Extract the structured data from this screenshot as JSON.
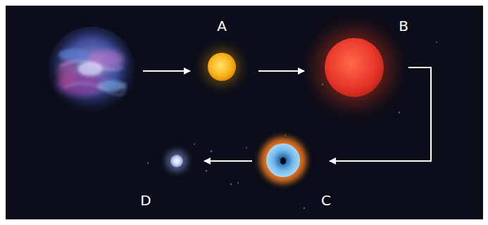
{
  "diagram": {
    "nodes": [
      {
        "text": []
      },
      {
        "text": [
          "A"
        ]
      },
      {
        "text": [
          "B"
        ]
      },
      {
        "text": [
          "C"
        ]
      },
      {
        "text": [
          "D"
        ]
      }
    ],
    "edges": [
      {
        "from": 0,
        "to": 1,
        "arrow": "to"
      },
      {
        "from": 1,
        "to": 2,
        "arrow": "to"
      },
      {
        "from": 2,
        "to": 3,
        "arrow": "to"
      },
      {
        "from": 3,
        "to": 4,
        "arrow": "to"
      }
    ]
  }
}
